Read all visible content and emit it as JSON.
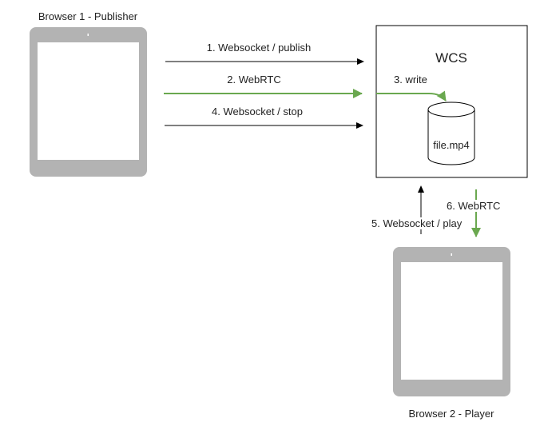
{
  "diagram": {
    "nodes": {
      "publisher": {
        "label": "Browser 1 - Publisher",
        "type": "tablet-icon"
      },
      "server": {
        "label": "WCS",
        "type": "box"
      },
      "storage": {
        "label": "file.mp4",
        "type": "cylinder-icon"
      },
      "player": {
        "label": "Browser 2 - Player",
        "type": "tablet-icon"
      }
    },
    "edges": [
      {
        "label": "1. Websocket / publish",
        "from": "publisher",
        "to": "server",
        "color": "#000000"
      },
      {
        "label": "2. WebRTC",
        "from": "publisher",
        "to": "server",
        "color": "#6aa84f"
      },
      {
        "label": "3. write",
        "from": "server",
        "to": "storage",
        "color": "#6aa84f"
      },
      {
        "label": "4. Websocket / stop",
        "from": "publisher",
        "to": "server",
        "color": "#000000"
      },
      {
        "label": "5. Websocket / play",
        "from": "player",
        "to": "server",
        "color": "#000000"
      },
      {
        "label": "6. WebRTC",
        "from": "server",
        "to": "player",
        "color": "#6aa84f"
      }
    ],
    "colors": {
      "device": "#b3b3b3",
      "media": "#6aa84f",
      "signal": "#000000"
    }
  }
}
